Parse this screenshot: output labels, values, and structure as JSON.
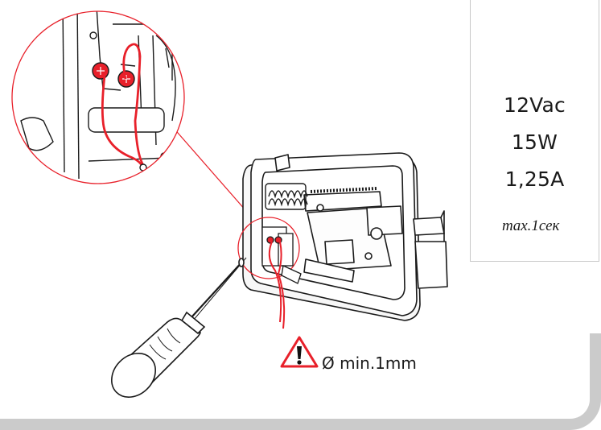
{
  "specs": {
    "voltage": "12Vac",
    "power": "15W",
    "current": "1,25A",
    "duration": "max.1сек"
  },
  "note": {
    "wire_diameter": "Ø min.1mm"
  },
  "colors": {
    "accent_red": "#e8202a",
    "line_dark": "#1a1a1a",
    "frame_grey": "#cbcbcb"
  },
  "icons": [
    "warning-triangle-icon",
    "lightning-bolt-icon",
    "screwdriver",
    "electric-lock",
    "terminal-screw"
  ]
}
